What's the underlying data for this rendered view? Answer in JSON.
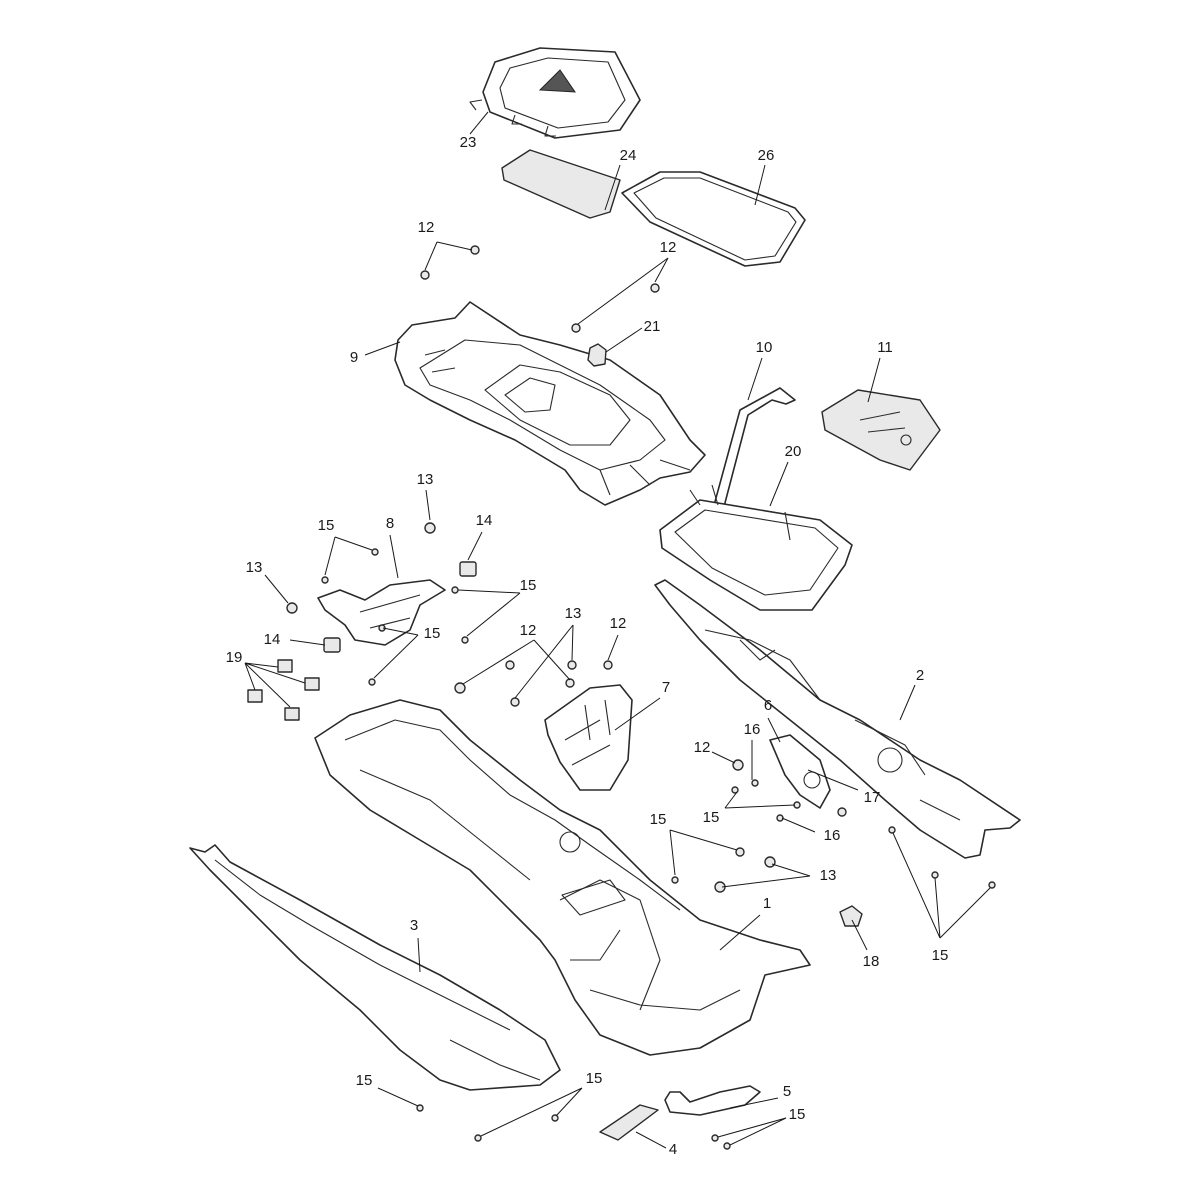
{
  "callouts": [
    {
      "id": "c23",
      "text": "23"
    },
    {
      "id": "c24",
      "text": "24"
    },
    {
      "id": "c26",
      "text": "26"
    },
    {
      "id": "c12a",
      "text": "12"
    },
    {
      "id": "c12b",
      "text": "12"
    },
    {
      "id": "c21",
      "text": "21"
    },
    {
      "id": "c9",
      "text": "9"
    },
    {
      "id": "c10",
      "text": "10"
    },
    {
      "id": "c11",
      "text": "11"
    },
    {
      "id": "c20",
      "text": "20"
    },
    {
      "id": "c13a",
      "text": "13"
    },
    {
      "id": "c14a",
      "text": "14"
    },
    {
      "id": "c15a",
      "text": "15"
    },
    {
      "id": "c8",
      "text": "8"
    },
    {
      "id": "c13b",
      "text": "13"
    },
    {
      "id": "c15b",
      "text": "15"
    },
    {
      "id": "c14b",
      "text": "14"
    },
    {
      "id": "c15c",
      "text": "15"
    },
    {
      "id": "c19",
      "text": "19"
    },
    {
      "id": "c12c",
      "text": "12"
    },
    {
      "id": "c13c",
      "text": "13"
    },
    {
      "id": "c12d",
      "text": "12"
    },
    {
      "id": "c7",
      "text": "7"
    },
    {
      "id": "c2",
      "text": "2"
    },
    {
      "id": "c6",
      "text": "6"
    },
    {
      "id": "c16a",
      "text": "16"
    },
    {
      "id": "c12e",
      "text": "12"
    },
    {
      "id": "c17",
      "text": "17"
    },
    {
      "id": "c15d",
      "text": "15"
    },
    {
      "id": "c16b",
      "text": "16"
    },
    {
      "id": "c15e",
      "text": "15"
    },
    {
      "id": "c13d",
      "text": "13"
    },
    {
      "id": "c1",
      "text": "1"
    },
    {
      "id": "c3",
      "text": "3"
    },
    {
      "id": "c18",
      "text": "18"
    },
    {
      "id": "c15f",
      "text": "15"
    },
    {
      "id": "c15g",
      "text": "15"
    },
    {
      "id": "c15h",
      "text": "15"
    },
    {
      "id": "c5",
      "text": "5"
    },
    {
      "id": "c15i",
      "text": "15"
    },
    {
      "id": "c4",
      "text": "4"
    }
  ]
}
